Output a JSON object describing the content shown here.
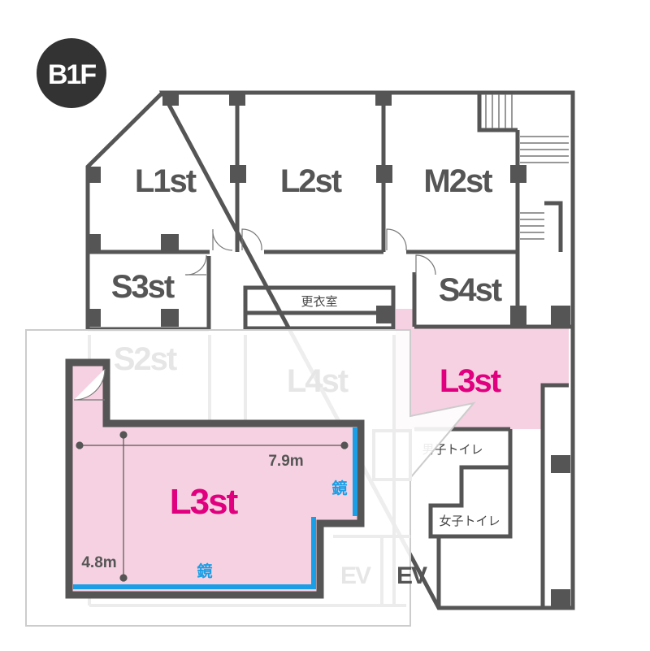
{
  "floor_badge": "B1F",
  "rooms": {
    "l1": "L1st",
    "l2": "L2st",
    "m2": "M2st",
    "s3": "S3st",
    "s4": "S4st",
    "changing_room": "更衣室",
    "l3_plan": "L3st",
    "s2": "S2st",
    "l4": "L4st",
    "mens_toilet": "男子トイレ",
    "womens_toilet": "女子トイレ",
    "ev1": "EV",
    "ev2": "EV"
  },
  "detail": {
    "room": "L3st",
    "width": "7.9m",
    "depth": "4.8m",
    "mirror_right": "鏡",
    "mirror_bottom": "鏡"
  },
  "colors": {
    "wall": "#555555",
    "highlight": "#f6d1e1",
    "accent": "#e0007f",
    "mirror": "#1a9ee6"
  }
}
